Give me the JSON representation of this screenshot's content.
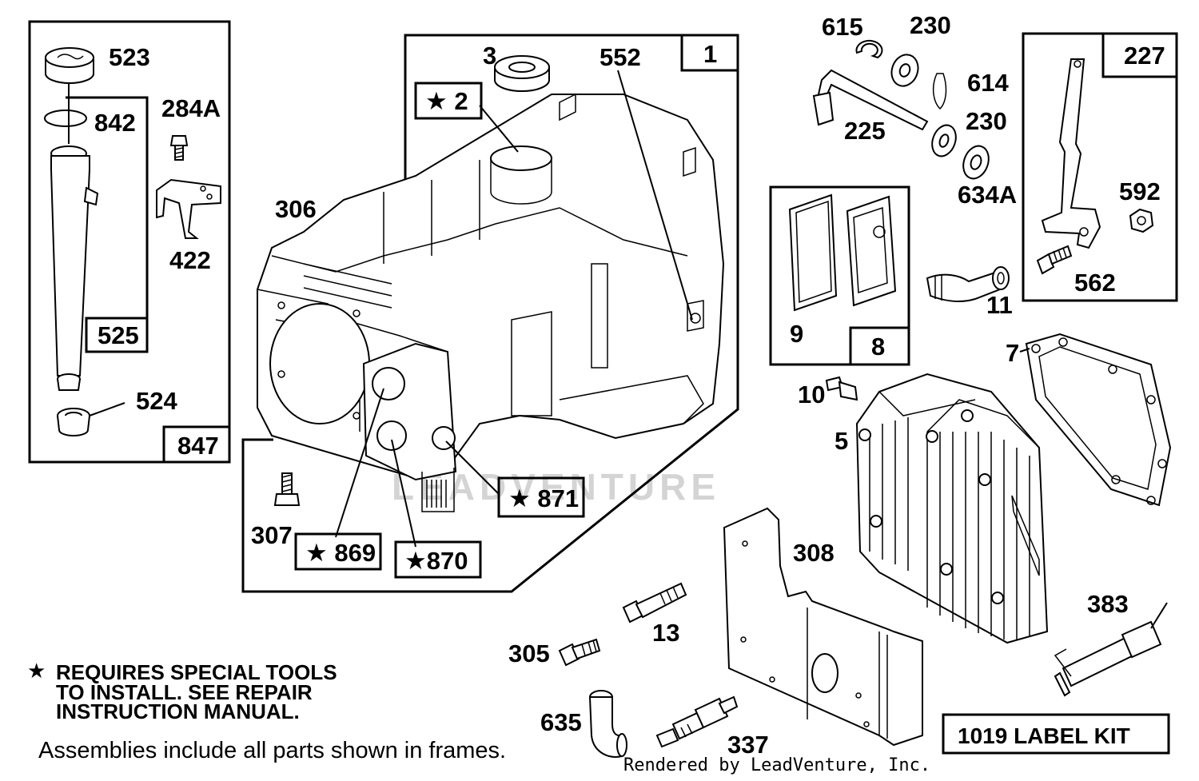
{
  "labels": {
    "n523": "523",
    "n842": "842",
    "n284a": "284A",
    "n422": "422",
    "n525": "525",
    "n524": "524",
    "n847": "847",
    "n3": "3",
    "n552": "552",
    "n1": "1",
    "n2": "★ 2",
    "n306": "306",
    "n307": "307",
    "n869": "★ 869",
    "n870": "★870",
    "n871": "★ 871",
    "n615": "615",
    "n230a": "230",
    "n614": "614",
    "n225": "225",
    "n230b": "230",
    "n634a": "634A",
    "n227": "227",
    "n592": "592",
    "n562": "562",
    "n9": "9",
    "n8": "8",
    "n11": "11",
    "n7": "7",
    "n10": "10",
    "n5": "5",
    "n308": "308",
    "n13": "13",
    "n305": "305",
    "n635": "635",
    "n337": "337",
    "n383": "383",
    "label_kit": "1019 LABEL KIT"
  },
  "footnote": {
    "star": "★",
    "line1": "REQUIRES SPECIAL TOOLS",
    "line2": "TO INSTALL.  SEE REPAIR",
    "line3": "INSTRUCTION MANUAL.",
    "assemblies": "Assemblies include all parts shown in frames."
  },
  "credit": "Rendered by LeadVenture, Inc.",
  "watermark": "LEADVENTURE"
}
